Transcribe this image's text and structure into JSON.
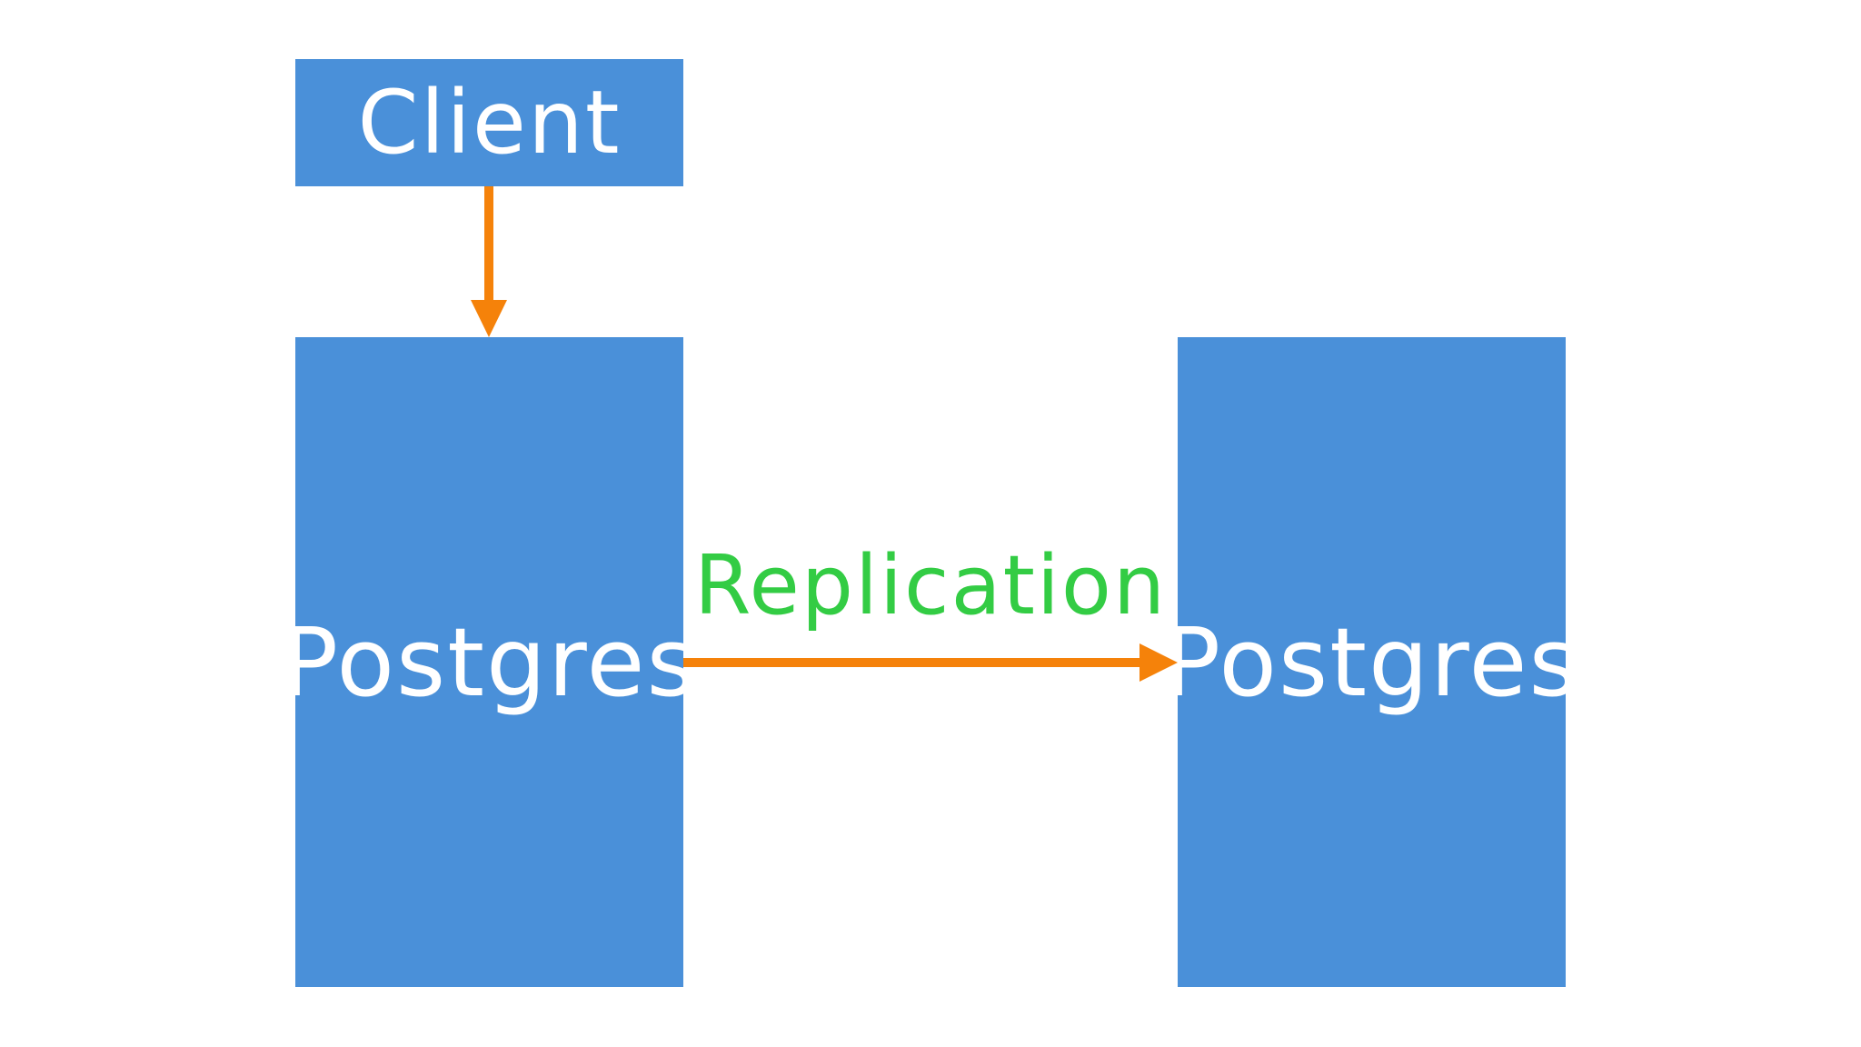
{
  "nodes": {
    "client": {
      "label": "Client"
    },
    "primary": {
      "label": "Postgres"
    },
    "replica": {
      "label": "Postgres"
    }
  },
  "edges": {
    "replication": {
      "label": "Replication"
    }
  },
  "colors": {
    "box_fill": "#4a90d9",
    "box_text": "#ffffff",
    "arrow": "#f5820a",
    "replication_text": "#33cc44",
    "background": "#ffffff"
  }
}
